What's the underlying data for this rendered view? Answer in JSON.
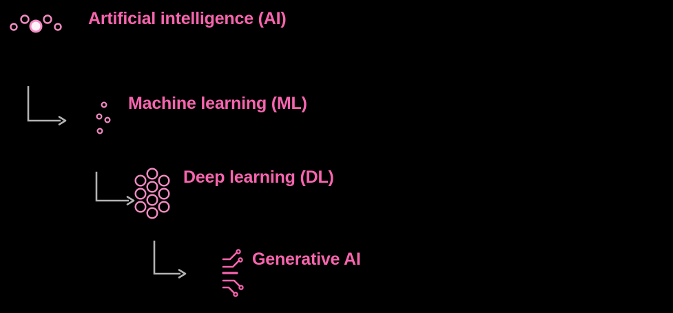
{
  "diagram": {
    "title": "AI hierarchy nested relationship diagram",
    "background_color": "#000000",
    "accent_color": "#f765ae",
    "icon_outline_color": "#f38bc2",
    "arrow_color": "#b3b3b3",
    "nodes": [
      {
        "id": "ai",
        "label": "Artificial intelligence (AI)",
        "icon": "ai-nodes-icon",
        "level": 1
      },
      {
        "id": "ml",
        "label": "Machine learning (ML)",
        "icon": "ml-dots-icon",
        "level": 2
      },
      {
        "id": "dl",
        "label": "Deep learning (DL)",
        "icon": "dl-neural-network-icon",
        "level": 3
      },
      {
        "id": "gen",
        "label": "Generative AI",
        "icon": "generative-circuit-icon",
        "level": 4
      }
    ],
    "connectors": [
      {
        "id": "ai-to-ml",
        "from": "ai",
        "to": "ml",
        "shape": "elbow-down-right-arrow"
      },
      {
        "id": "ml-to-dl",
        "from": "ml",
        "to": "dl",
        "shape": "elbow-down-right-arrow"
      },
      {
        "id": "dl-to-gen",
        "from": "dl",
        "to": "gen",
        "shape": "elbow-down-right-arrow"
      }
    ]
  }
}
